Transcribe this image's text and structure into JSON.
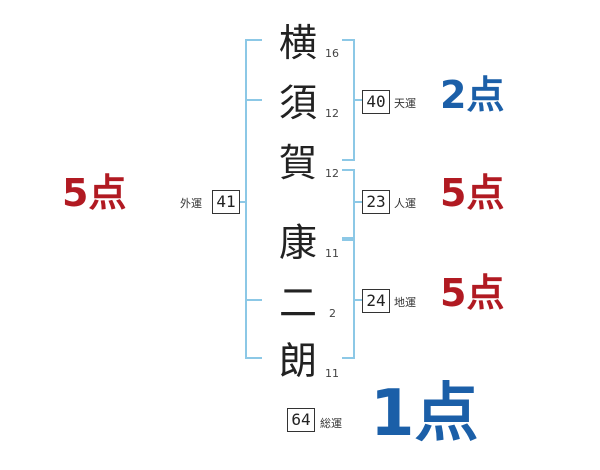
{
  "name": {
    "chars": [
      {
        "char": "横",
        "strokes": "16"
      },
      {
        "char": "須",
        "strokes": "12"
      },
      {
        "char": "賀",
        "strokes": "12"
      },
      {
        "char": "康",
        "strokes": "11"
      },
      {
        "char": "二",
        "strokes": "2"
      },
      {
        "char": "朗",
        "strokes": "11"
      }
    ]
  },
  "fortunes": {
    "tenun": {
      "value": "40",
      "label": "天運",
      "score": "2点"
    },
    "jinun": {
      "value": "23",
      "label": "人運",
      "score": "5点"
    },
    "chiun": {
      "value": "24",
      "label": "地運",
      "score": "5点"
    },
    "gaiun": {
      "value": "41",
      "label": "外運",
      "score": "5点"
    },
    "souun": {
      "value": "64",
      "label": "総運",
      "score": "1点"
    }
  },
  "colors": {
    "bracket": "#8cc8e6",
    "good": "#b11a22",
    "bad": "#1b5fa8"
  }
}
